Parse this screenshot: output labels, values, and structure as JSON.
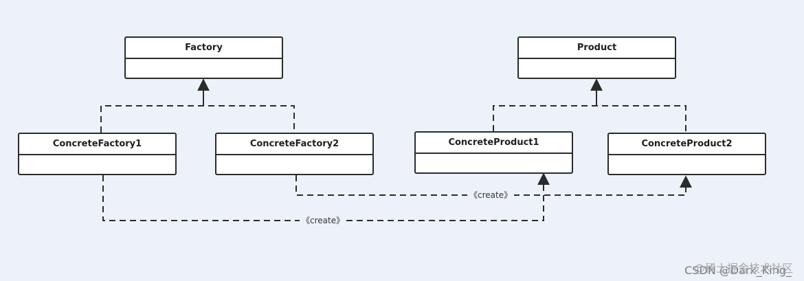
{
  "classes": {
    "factory": "Factory",
    "product": "Product",
    "concrete_factory1": "ConcreteFactory1",
    "concrete_factory2": "ConcreteFactory2",
    "concrete_product1": "ConcreteProduct1",
    "concrete_product2": "ConcreteProduct2"
  },
  "relations": {
    "create_label_1": "《create》",
    "create_label_2": "《create》"
  },
  "watermark": {
    "line1": "@稀土掘金技术社区",
    "line2": "CSDN @Dark_King_"
  },
  "colors": {
    "background": "#edf2fa",
    "stroke": "#2b2b2b"
  }
}
